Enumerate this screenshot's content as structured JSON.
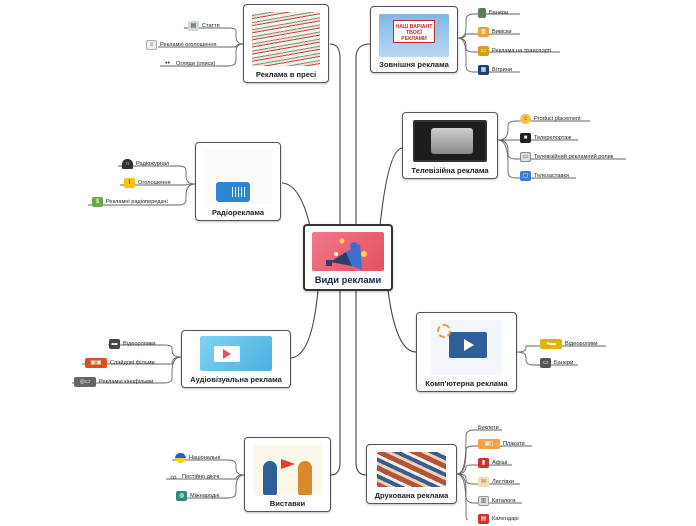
{
  "central": {
    "title": "Види реклами"
  },
  "branches": {
    "press": {
      "title": "Реклама в пресі",
      "items": [
        {
          "label": "Стаття",
          "icon": "newspaper-icon"
        },
        {
          "label": "Рекламні оголошення",
          "icon": "document-icon"
        },
        {
          "label": "Огляди (описи)",
          "icon": "eyes-icon"
        }
      ]
    },
    "outdoor": {
      "title": "Зовнішня реклама",
      "image_text": "НАШ ВАРІАНТ ТВОЄЇ РЕКЛАМИ",
      "items": [
        {
          "label": "Банери",
          "icon": "bottle-icon"
        },
        {
          "label": "Вивіски",
          "icon": "shop-sign-icon"
        },
        {
          "label": "Реклама на транспорті",
          "icon": "bus-icon"
        },
        {
          "label": "Вітрини",
          "icon": "showcase-icon"
        }
      ]
    },
    "radio": {
      "title": "Радіореклама",
      "items": [
        {
          "label": "Радіожурнал",
          "icon": "headphones-icon"
        },
        {
          "label": "Оголошення",
          "icon": "warning-icon"
        },
        {
          "label": "Рекламні радіопередачі",
          "icon": "money-icon"
        }
      ]
    },
    "tv": {
      "title": "Телевізійна реклама",
      "items": [
        {
          "label": "Product placement",
          "icon": "smiley-icon"
        },
        {
          "label": "Телерепортаж",
          "icon": "camera-icon"
        },
        {
          "label": "Телевізійний рекламний ролик",
          "icon": "film-strip-icon"
        },
        {
          "label": "Телезаставки",
          "icon": "tv-icon"
        }
      ]
    },
    "av": {
      "title": "Аудіовізуальна реклама",
      "items": [
        {
          "label": "Відеоролики",
          "icon": "clapperboard-icon"
        },
        {
          "label": "Слайдові фільми",
          "icon": "slides-icon"
        },
        {
          "label": "Рекламні кінофільми",
          "icon": "film-reel-icon"
        }
      ]
    },
    "computer": {
      "title": "Комп'ютерна реклама",
      "items": [
        {
          "label": "Відеоролики",
          "icon": "video-icon"
        },
        {
          "label": "Банери",
          "icon": "monitor-icon"
        }
      ]
    },
    "expo": {
      "title": "Виставки",
      "items": [
        {
          "label": "Національні",
          "icon": "flag-ukraine-icon"
        },
        {
          "label": "Постійно діючі",
          "icon": "infinity-icon"
        },
        {
          "label": "Міжнародні",
          "icon": "globe-icon"
        }
      ]
    },
    "print": {
      "title": "Друкована реклама",
      "items": [
        {
          "label": "Буклети",
          "icon": ""
        },
        {
          "label": "Плакати",
          "icon": "poster-icon"
        },
        {
          "label": "Афіші",
          "icon": "playbill-icon"
        },
        {
          "label": "Листівки",
          "icon": "postcard-icon"
        },
        {
          "label": "Каталоги",
          "icon": "book-icon"
        },
        {
          "label": "Календарі",
          "icon": "calendar-icon"
        }
      ]
    }
  },
  "colors": {
    "line": "#444444",
    "central_border": "#333333",
    "central_text": "#13264a"
  }
}
